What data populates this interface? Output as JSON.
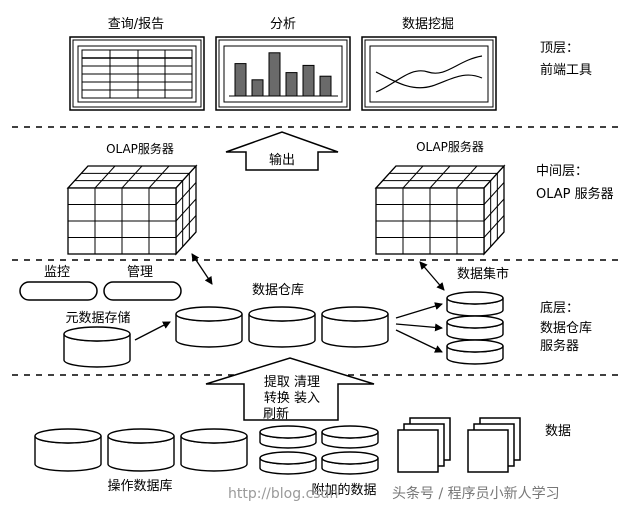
{
  "front_end": {
    "report_title": "查询/报告",
    "analysis_title": "分析",
    "mining_title": "数据挖掘",
    "analysis_bars": [
      18,
      9,
      24,
      13,
      17,
      11
    ]
  },
  "olap": {
    "left_server": "OLAP服务器",
    "right_server": "OLAP服务器",
    "output_label": "输出"
  },
  "bottom_layer": {
    "monitor_label": "监控",
    "manage_label": "管理",
    "metadata_label": "元数据存储",
    "warehouse_label": "数据仓库",
    "datamart_label": "数据集市"
  },
  "etl": {
    "line1": "提取 清理",
    "line2": "转换 装入",
    "line3": "刷新"
  },
  "sources": {
    "operational_db_label": "操作数据库",
    "additional_data_label": "附加的数据",
    "data_label": "数据"
  },
  "tiers": {
    "top_line1": "顶层：",
    "top_line2": "前端工具",
    "middle_line1": "中间层：",
    "middle_line2": "OLAP 服务器",
    "bottom_line1": "底层：",
    "bottom_line2": "数据仓库",
    "bottom_line3": "服务器"
  },
  "watermark": {
    "url": "http://blog.csdn",
    "credit": "头条号 / 程序员小新人学习"
  }
}
